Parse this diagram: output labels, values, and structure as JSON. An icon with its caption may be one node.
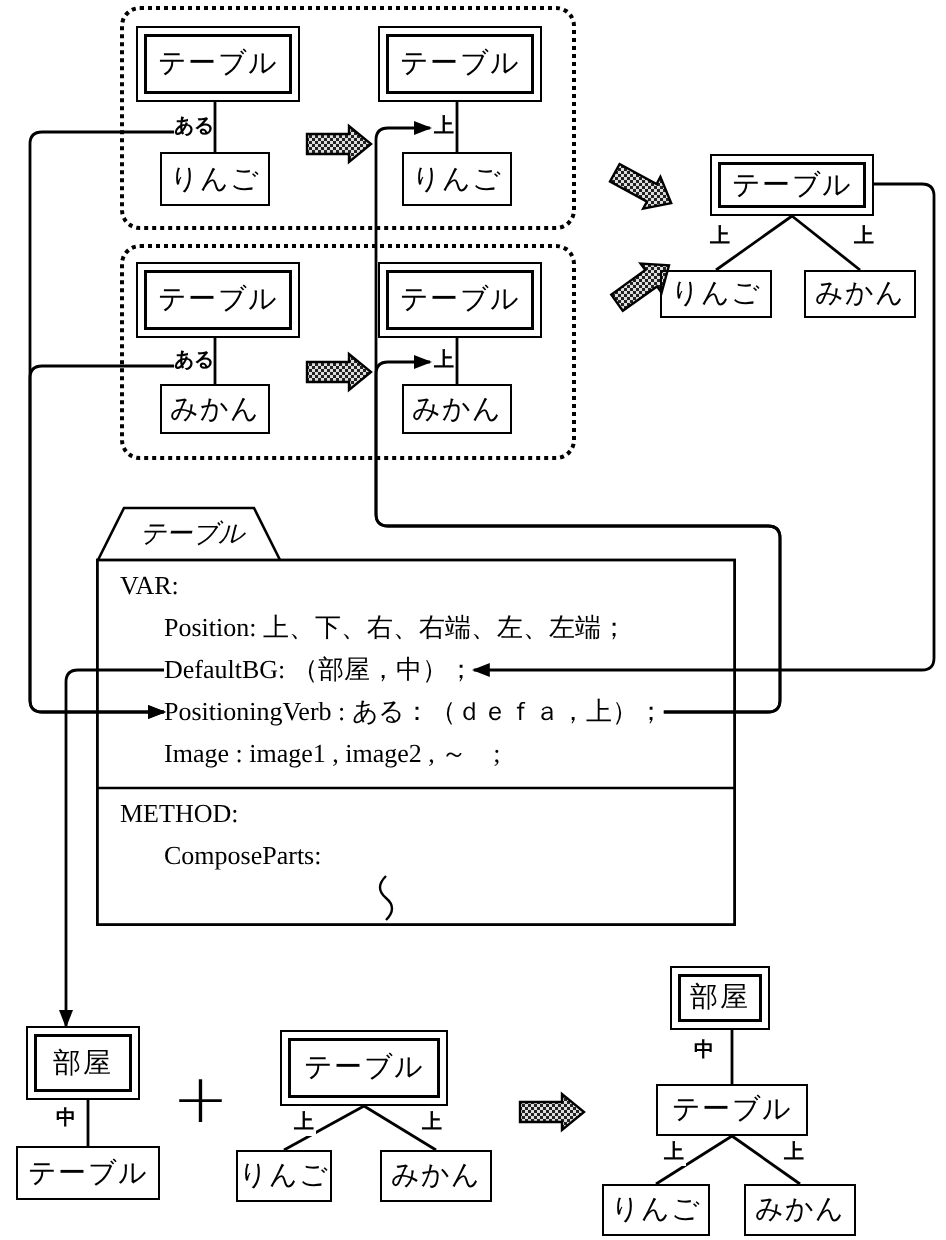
{
  "diagram": {
    "nodes": [
      {
        "text": [],
        "shape": "box"
      },
      {
        "text": [
          "テーブル"
        ],
        "in": 0
      },
      {
        "text": [
          "ある"
        ],
        "in": 0
      },
      {
        "text": [
          "りんご"
        ],
        "in": 0
      },
      {
        "text": [
          "テーブル"
        ],
        "in": 0
      },
      {
        "text": [
          "上"
        ],
        "in": 0
      },
      {
        "text": [
          "りんご"
        ],
        "in": 0
      },
      {
        "text": [
          "テーブル"
        ]
      },
      {
        "text": [
          "りんご"
        ]
      },
      {
        "text": [
          "みかん"
        ]
      },
      {
        "text": [],
        "shape": "box"
      },
      {
        "text": [
          "テーブル"
        ],
        "in": 10
      },
      {
        "text": [
          "ある"
        ],
        "in": 10
      },
      {
        "text": [
          "みかん"
        ],
        "in": 10
      },
      {
        "text": [
          "テーブル"
        ],
        "in": 10
      },
      {
        "text": [
          "上"
        ],
        "in": 10
      },
      {
        "text": [
          "みかん"
        ],
        "in": 10
      },
      {
        "text": [
          "テーブル"
        ]
      },
      {
        "text": [
          "VAR:"
        ],
        "in": 17
      },
      {
        "text": [
          "Position: 上、下、右、右端、左、左端；"
        ],
        "in": 17
      },
      {
        "text": [
          "DefaultBG: （部屋，中）；"
        ],
        "in": 17
      },
      {
        "text": [
          "PositioningVerb : ある：（ｄｅｆａ，上）；"
        ],
        "in": 17
      },
      {
        "text": [
          "Image : image1 , image2 , ～　;"
        ],
        "in": 17
      },
      {
        "text": [
          "METHOD:"
        ],
        "in": 17
      },
      {
        "text": [
          "ComposeParts:"
        ],
        "in": 17
      },
      {
        "text": [
          "部屋"
        ]
      },
      {
        "text": [
          "テーブル"
        ]
      },
      {
        "text": [
          "テーブル"
        ]
      },
      {
        "text": [
          "りんご"
        ]
      },
      {
        "text": [
          "みかん"
        ]
      },
      {
        "text": [
          "部屋"
        ]
      },
      {
        "text": [
          "テーブル"
        ]
      },
      {
        "text": [
          "りんご"
        ]
      },
      {
        "text": [
          "みかん"
        ]
      }
    ],
    "edges": [
      {
        "from": 1,
        "to": 3,
        "arrow": "none"
      },
      {
        "from": 4,
        "to": 6,
        "arrow": "none"
      },
      {
        "from": 7,
        "to": 8,
        "arrow": "none",
        "label": "上"
      },
      {
        "from": 7,
        "to": 9,
        "arrow": "none",
        "label": "上"
      },
      {
        "from": 11,
        "to": 13,
        "arrow": "none"
      },
      {
        "from": 14,
        "to": 16,
        "arrow": "none"
      },
      {
        "from": 1,
        "to": 4,
        "arrow": "to",
        "style": "thick"
      },
      {
        "from": 11,
        "to": 14,
        "arrow": "to",
        "style": "thick"
      },
      {
        "from": 0,
        "to": 7,
        "arrow": "to",
        "style": "thick"
      },
      {
        "from": 10,
        "to": 7,
        "arrow": "to",
        "style": "thick"
      },
      {
        "from": 2,
        "to": 21,
        "arrow": "to"
      },
      {
        "from": 12,
        "to": 21,
        "arrow": "to"
      },
      {
        "from": 21,
        "to": 5,
        "arrow": "to"
      },
      {
        "from": 21,
        "to": 15,
        "arrow": "to"
      },
      {
        "from": 7,
        "to": 20,
        "arrow": "to"
      },
      {
        "from": 20,
        "to": 25,
        "arrow": "to"
      },
      {
        "from": 25,
        "to": 26,
        "arrow": "none",
        "label": "中"
      },
      {
        "from": 27,
        "to": 28,
        "arrow": "none",
        "label": "上"
      },
      {
        "from": 27,
        "to": 29,
        "arrow": "none",
        "label": "上"
      },
      {
        "from": 27,
        "to": 31,
        "arrow": "to",
        "style": "thick"
      },
      {
        "from": 30,
        "to": 31,
        "arrow": "none",
        "label": "中"
      },
      {
        "from": 31,
        "to": 32,
        "arrow": "none",
        "label": "上"
      },
      {
        "from": 31,
        "to": 33,
        "arrow": "none",
        "label": "上"
      }
    ],
    "labels": [
      "+"
    ]
  }
}
